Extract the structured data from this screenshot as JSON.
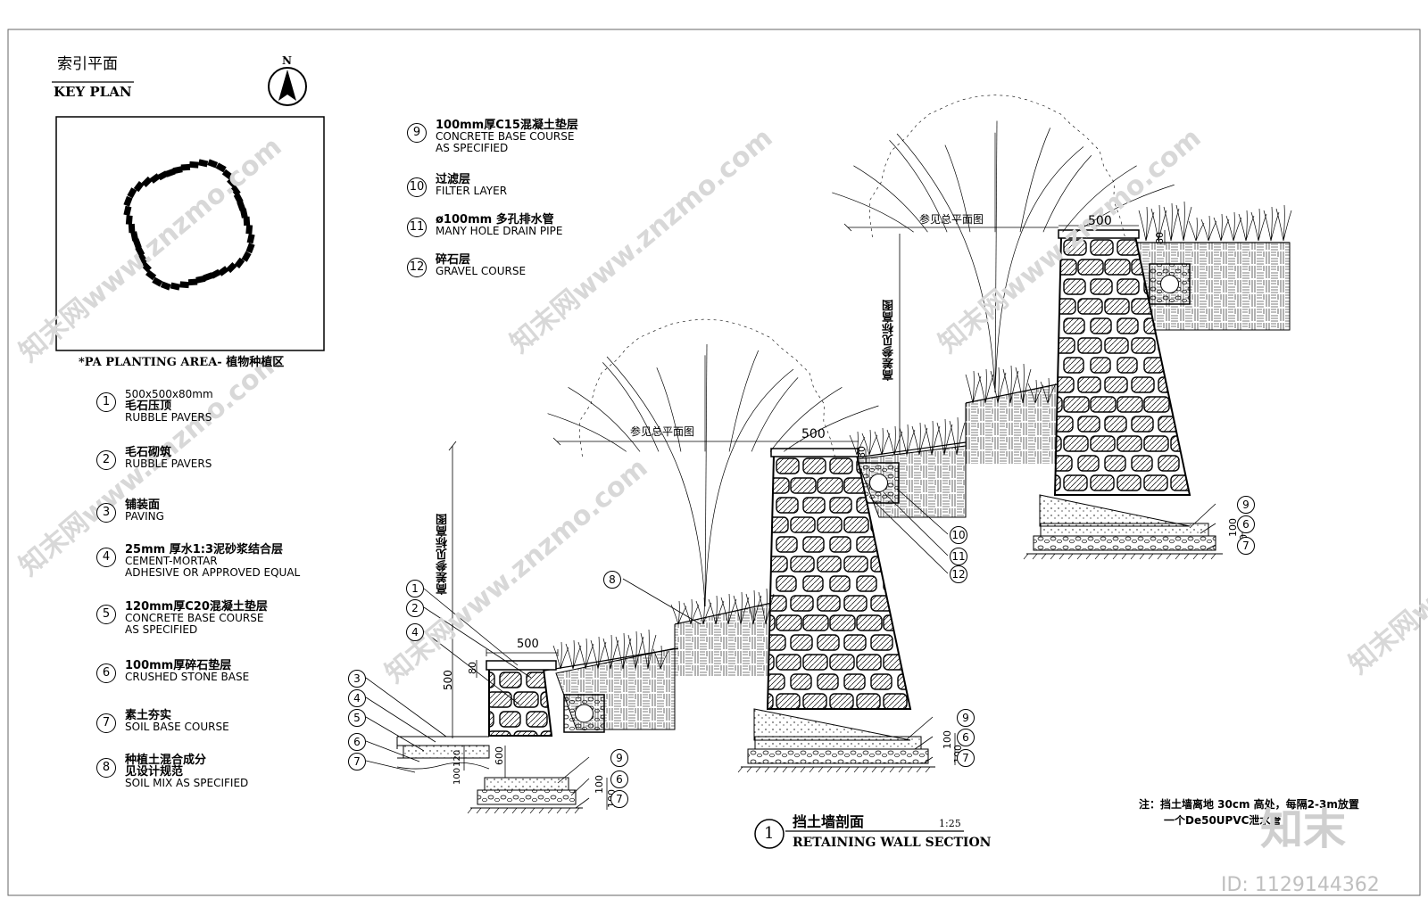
{
  "key_plan": {
    "title_cn": "索引平面",
    "title_en": "KEY PLAN",
    "north": "N",
    "note": "*PA   PLANTING AREA- 植物种植区"
  },
  "legend_left": [
    {
      "num": "1",
      "size": "500x500x80mm",
      "cn": "毛石压顶",
      "en": "RUBBLE PAVERS"
    },
    {
      "num": "2",
      "cn": "毛石砌筑",
      "en": "RUBBLE PAVERS"
    },
    {
      "num": "3",
      "cn": "铺装面",
      "en": "PAVING"
    },
    {
      "num": "4",
      "cn": "25mm 厚水1:3泥砂浆结合层",
      "en": "CEMENT-MORTAR",
      "en2": "ADHESIVE OR APPROVED EQUAL"
    },
    {
      "num": "5",
      "cn": "120mm厚C20混凝土垫层",
      "en": "CONCRETE BASE COURSE",
      "en2": "AS SPECIFIED"
    },
    {
      "num": "6",
      "cn": "100mm厚碎石垫层",
      "en": "CRUSHED STONE BASE"
    },
    {
      "num": "7",
      "cn": "素土夯实",
      "en": "SOIL BASE COURSE"
    },
    {
      "num": "8",
      "cn": "种植土混合成分",
      "cn2": "见设计规范",
      "en": "SOIL MIX AS SPECIFIED"
    }
  ],
  "legend_mid": [
    {
      "num": "9",
      "cn": "100mm厚C15混凝土垫层",
      "en": "CONCRETE BASE COURSE",
      "en2": "AS SPECIFIED"
    },
    {
      "num": "10",
      "cn": "过滤层",
      "en": "FILTER LAYER"
    },
    {
      "num": "11",
      "cn": "ø100mm 多孔排水管",
      "en": "MANY HOLE DRAIN PIPE"
    },
    {
      "num": "12",
      "cn": "碎石层",
      "en": "GRAVEL COURSE"
    }
  ],
  "dims": {
    "d500": "500",
    "d80": "80",
    "d100": "100",
    "d120": "120",
    "d600": "600",
    "ref_plan": "参见总平面图",
    "ref_height": "高差参见标高图"
  },
  "section_title": {
    "num": "1",
    "cn": "挡土墙剖面",
    "en": "RETAINING WALL SECTION",
    "scale": "1:25"
  },
  "note": {
    "line1": "注：挡土墙离地 30cm 高处，每隔2-3m放置",
    "line2": "一个De50UPVC泄水管"
  },
  "watermark": {
    "site": "知末网www.znzmo.com",
    "brand": "知末",
    "id": "ID: 1129144362"
  }
}
